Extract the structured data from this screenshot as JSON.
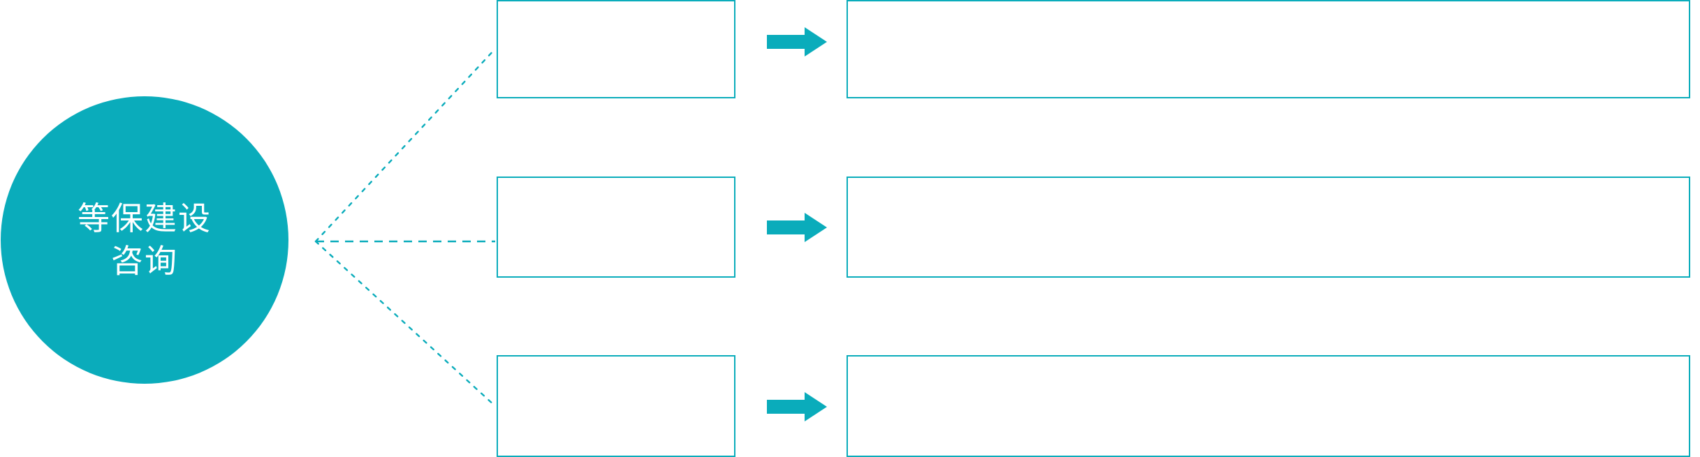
{
  "colors": {
    "accent": "#0AACBB",
    "hub_fill": "#0AACBB",
    "hub_text": "#FFFFFF",
    "box_border": "#0AACBB",
    "box_fill": "#FFFFFF",
    "connector": "#0AACBB",
    "arrow": "#0AACBB",
    "page_background": "#FFFFFF"
  },
  "hub": {
    "line1": "等保建设",
    "line2": "咨询"
  },
  "rows": [
    {
      "category": "",
      "detail": ""
    },
    {
      "category": "",
      "detail": ""
    },
    {
      "category": "",
      "detail": ""
    }
  ],
  "connector": {
    "style": "dotted",
    "origin_label": "fan-out-node"
  }
}
